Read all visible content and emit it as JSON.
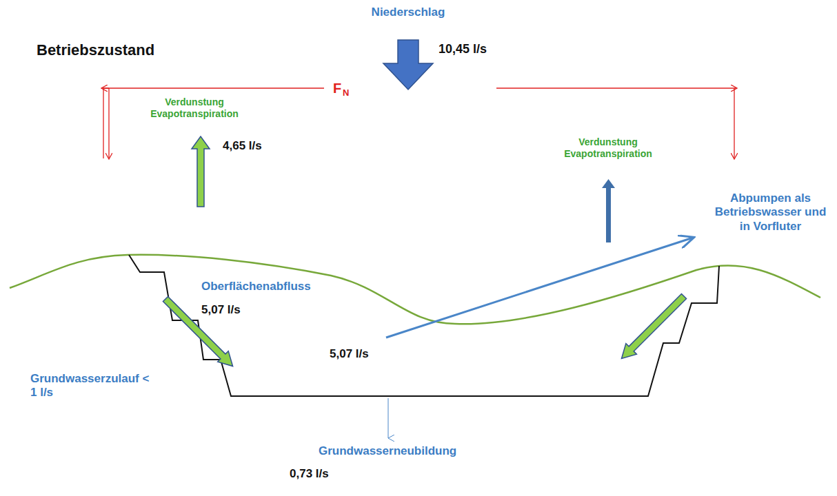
{
  "diagram": {
    "title": "Betriebszustand",
    "labels": [
      "Niederschlag",
      "10,45 l/s",
      "F",
      "N",
      "Verdunstung Evapotranspiration",
      "4,65 l/s",
      "Verdunstung Evapotranspiration",
      "Abpumpen als Betriebswasser und in Vorfluter",
      "Oberflächenabfluss",
      "5,07 l/s",
      "5,07 l/s",
      "Grundwasserzulauf < 1 l/s",
      "Grundwasserneubildung",
      "0,73 l/s"
    ]
  }
}
